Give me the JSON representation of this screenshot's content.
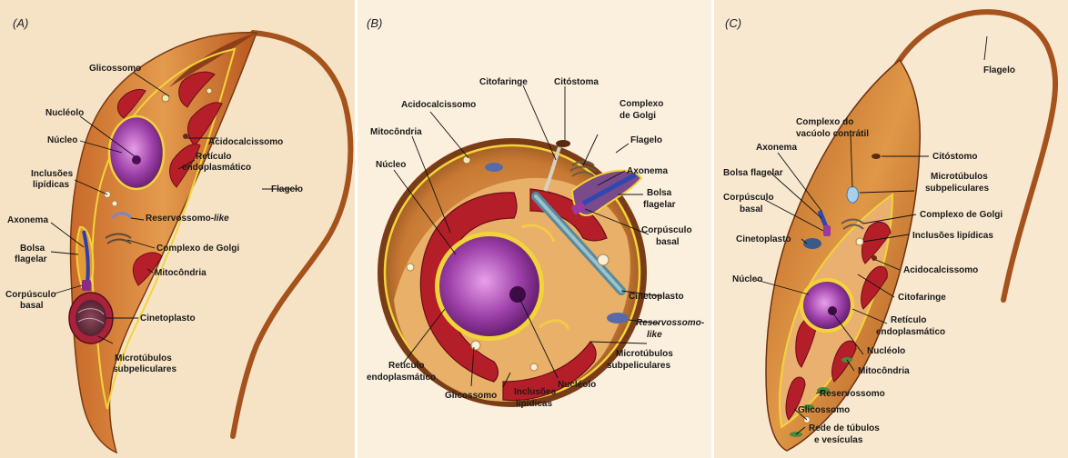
{
  "panel_a": {
    "label": "(A)",
    "labels": {
      "glicossomo": "Glicossomo",
      "nucleolo": "Nucléolo",
      "nucleo": "Núcleo",
      "acidocalcissomo": "Acidocalcissomo",
      "reticulo_1": "Retículo",
      "reticulo_2": "endoplasmático",
      "inclusoes_1": "Inclusões",
      "inclusoes_2": "lipídicas",
      "flagelo": "Flagelo",
      "reservossomo": "Reservossomo-",
      "reservossomo_like": "like",
      "axonema": "Axonema",
      "golgi": "Complexo de Golgi",
      "bolsa_1": "Bolsa",
      "bolsa_2": "flagelar",
      "mitocondria": "Mitocôndria",
      "corpusculo_1": "Corpúsculo",
      "corpusculo_2": "basal",
      "cinetoplasto": "Cinetoplasto",
      "microtubulos_1": "Microtúbulos",
      "microtubulos_2": "subpeliculares"
    }
  },
  "panel_b": {
    "label": "(B)",
    "labels": {
      "citofaringe": "Citofaringe",
      "citostoma": "Citóstoma",
      "golgi_1": "Complexo",
      "golgi_2": "de Golgi",
      "acidocalcissomo": "Acidocalcissomo",
      "mitocondria": "Mitocôndria",
      "flagelo": "Flagelo",
      "nucleo": "Núcleo",
      "axonema": "Axonema",
      "bolsa_1": "Bolsa",
      "bolsa_2": "flagelar",
      "corpusculo_1": "Corpúsculo",
      "corpusculo_2": "basal",
      "cinetoplasto": "Cinetoplasto",
      "reservossomo_1": "Reservossomo-",
      "reservossomo_2": "like",
      "reticulo_1": "Retículo",
      "reticulo_2": "endoplasmático",
      "microtubulos_1": "Microtúbulos",
      "microtubulos_2": "subpeliculares",
      "nucleolo": "Nucléolo",
      "glicossomo": "Glicossomo",
      "inclusoes_1": "Inclusões",
      "inclusoes_2": "lipídicas"
    }
  },
  "panel_c": {
    "label": "(C)",
    "labels": {
      "flagelo": "Flagelo",
      "vacuolo_1": "Complexo do",
      "vacuolo_2": "vacúolo  contrátil",
      "axonema": "Axonema",
      "citostomo": "Citóstomo",
      "bolsa": "Bolsa flagelar",
      "microtubulos_1": "Microtúbulos",
      "microtubulos_2": "subpeliculares",
      "corpusculo_1": "Corpúsculo",
      "corpusculo_2": "basal",
      "golgi": "Complexo de Golgi",
      "cinetoplasto": "Cinetoplasto",
      "inclusoes": "Inclusões lipídicas",
      "acidocalcissomo": "Acidocalcissomo",
      "nucleo": "Núcleo",
      "citofaringe": "Citofaringe",
      "reticulo_1": "Retículo",
      "reticulo_2": "endoplasmático",
      "nucleolo": "Nucléolo",
      "mitocondria": "Mitocôndria",
      "reservossomo": "Reservossomo",
      "glicossomo": "Glicossomo",
      "rede_1": "Rede de túbulos",
      "rede_2": "e vesículas"
    }
  }
}
